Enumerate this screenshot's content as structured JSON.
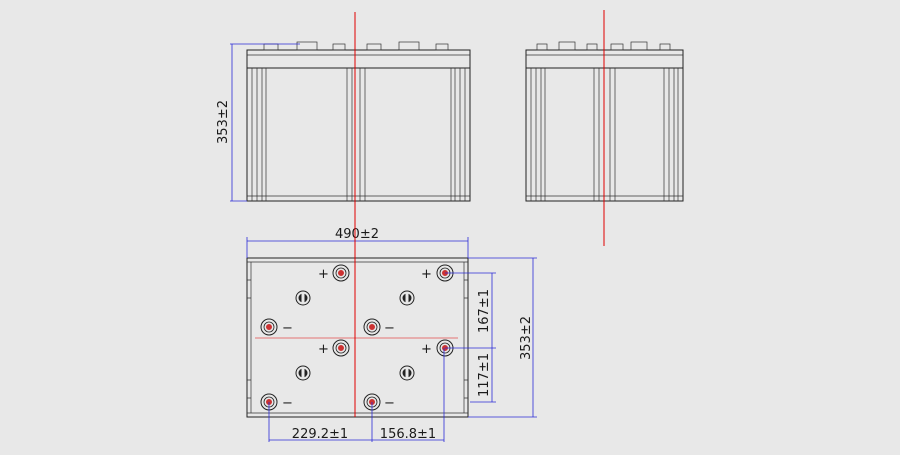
{
  "diagram": {
    "dimensions": {
      "front_height": "353±2",
      "top_width": "490±2",
      "top_depth": "353±2",
      "terminal_spacing_y1": "167±1",
      "terminal_spacing_y2": "117±1",
      "terminal_spacing_x1": "229.2±1",
      "terminal_spacing_x2": "156.8±1"
    },
    "polarity": {
      "positive": "+",
      "negative": "−"
    },
    "colors": {
      "background": "#e8e8e8",
      "outline": "#222222",
      "dimension_line": "#2b2bd6",
      "center_line": "#e00000",
      "terminal": "#cc3333"
    }
  }
}
